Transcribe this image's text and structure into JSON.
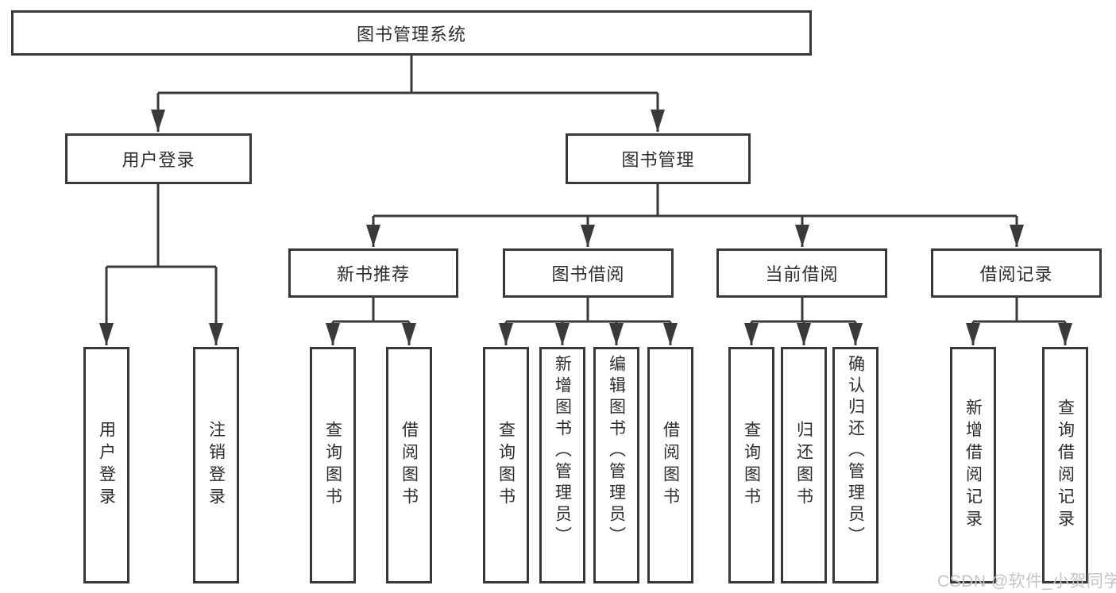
{
  "tree": {
    "root": {
      "label": "图书管理系统"
    },
    "branches": [
      {
        "label": "用户登录",
        "children": [
          {
            "label": "用户登录"
          },
          {
            "label": "注销登录"
          }
        ]
      },
      {
        "label": "图书管理",
        "children": [
          {
            "label": "新书推荐",
            "children": [
              {
                "label": "查询图书"
              },
              {
                "label": "借阅图书"
              }
            ]
          },
          {
            "label": "图书借阅",
            "children": [
              {
                "label": "查询图书"
              },
              {
                "label": "新增图书（管理员）"
              },
              {
                "label": "编辑图书（管理员）"
              },
              {
                "label": "借阅图书"
              }
            ]
          },
          {
            "label": "当前借阅",
            "children": [
              {
                "label": "查询图书"
              },
              {
                "label": "归还图书"
              },
              {
                "label": "确认归还（管理员）"
              }
            ]
          },
          {
            "label": "借阅记录",
            "children": [
              {
                "label": "新增借阅记录"
              },
              {
                "label": "查询借阅记录"
              }
            ]
          }
        ]
      }
    ]
  },
  "watermark": {
    "text": "CSDN @软件_小贺同学"
  },
  "colors": {
    "line": "#3a3a3a",
    "border": "#383838",
    "text": "#2d2d2d",
    "watermark": "#c4c4c4",
    "background": "#ffffff"
  }
}
